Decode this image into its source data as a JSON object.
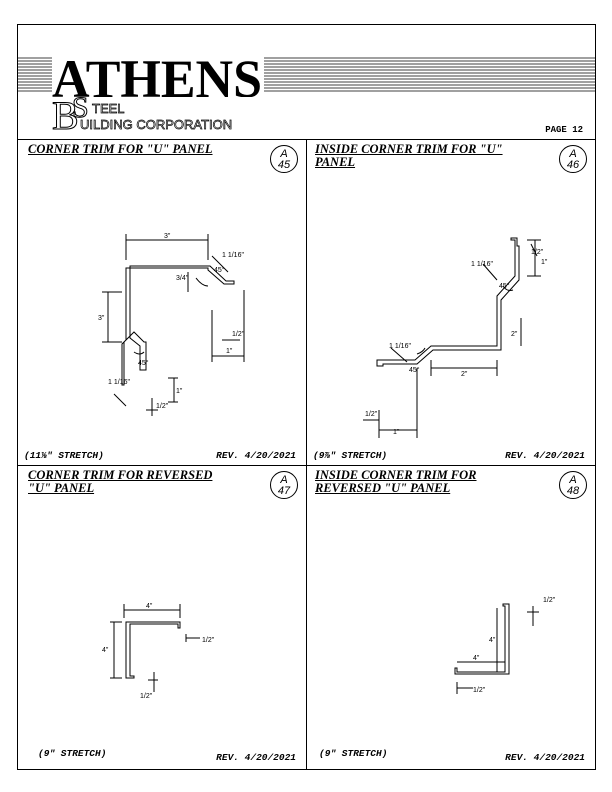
{
  "header": {
    "brand_main": "ATHENS",
    "brand_sub_steel": "TEEL",
    "brand_sub_building": "UILDING CORPORATION",
    "page_label": "PAGE 12"
  },
  "panels": [
    {
      "title": "CORNER TRIM FOR \"U\"  PANEL",
      "ident_letter": "A",
      "ident_number": "45",
      "stretch": "(11⅛\"  STRETCH)",
      "rev": "REV. 4/20/2021",
      "dims": [
        "3\"",
        "1 1/16\"",
        "3/4\"",
        "45°",
        "3\"",
        "1/2\"",
        "1\"",
        "45°",
        "1 1/16\"",
        "1\"",
        "1/2\""
      ]
    },
    {
      "title": "INSIDE CORNER TRIM FOR \"U\"\nPANEL",
      "ident_letter": "A",
      "ident_number": "46",
      "stretch": "(9⅞\"  STRETCH)",
      "rev": "REV. 4/20/2021",
      "dims": [
        "1/2\"",
        "1\"",
        "1 1/16\"",
        "45°",
        "2\"",
        "1 1/16\"",
        "45°",
        "2\"",
        "1/2\"",
        "1\""
      ]
    },
    {
      "title": "CORNER TRIM FOR REVERSED\n\"U\" PANEL",
      "ident_letter": "A",
      "ident_number": "47",
      "stretch": "(9\"  STRETCH)",
      "rev": "REV. 4/20/2021",
      "dims": [
        "4\"",
        "1/2\"",
        "4\"",
        "1/2\""
      ]
    },
    {
      "title": "INSIDE CORNER TRIM FOR\nREVERSED \"U\" PANEL",
      "ident_letter": "A",
      "ident_number": "48",
      "stretch": "(9\"  STRETCH)",
      "rev": "REV. 4/20/2021",
      "dims": [
        "1/2\"",
        "4\"",
        "4\"",
        "1/2\""
      ]
    }
  ]
}
